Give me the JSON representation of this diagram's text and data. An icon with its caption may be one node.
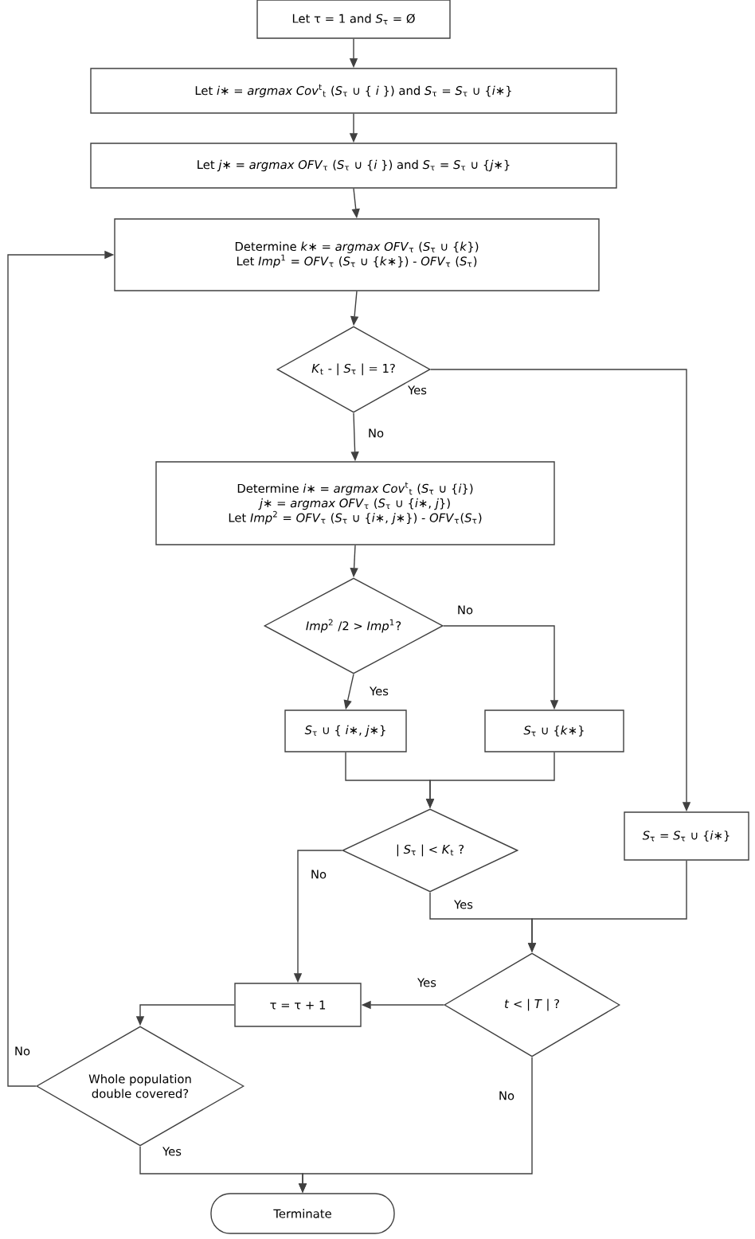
{
  "diagram": {
    "nodes": [
      {
        "text": [
          "Let τ = 1 and *S*$_{τ}$ = Ø"
        ]
      },
      {
        "text": [
          "Let *i*∗ = *argmax Cov*$^{t}$$_{t}$ (*S*$_{τ}$ ∪ { *i* }) and *S*$_{τ}$ = *S*$_{τ}$ ∪ {*i*∗}"
        ]
      },
      {
        "text": [
          "Let *j*∗ = *argmax OFV*$_{τ}$ (*S*$_{τ}$ ∪ {*i* }) and *S*$_{τ}$ = *S*$_{τ}$ ∪ {*j*∗}"
        ]
      },
      {
        "text": [
          "Determine *k*∗ = *argmax OFV*$_{τ}$ (*S*$_{τ}$ ∪ {*k*})",
          "Let *Imp*$^{1}$ = *OFV*$_{τ}$ (*S*$_{τ}$ ∪ {*k*∗}) - *OFV*$_{τ}$ (*S*$_{τ}$)"
        ]
      },
      {
        "text": [
          "*K*$_{t}$ - | *S*$_{τ}$ | = 1?"
        ]
      },
      {
        "text": [
          "Determine *i*∗ = *argmax Cov*$^{t}$$_{t}$ (*S*$_{τ}$ ∪ {*i*})",
          "*j*∗ = *argmax OFV*$_{τ}$ (*S*$_{τ}$ ∪ {*i*∗, *j*})",
          "Let *Imp*$^{2}$ = *OFV*$_{τ}$ (*S*$_{τ}$ ∪ {*i*∗, *j*∗}) - *OFV*$_{τ}$(*S*$_{τ}$)"
        ]
      },
      {
        "text": [
          "*Imp*$^{2}$ /2 > *Imp*$^{1}$?"
        ]
      },
      {
        "text": [
          "*S*$_{τ}$ ∪ { *i*∗, *j*∗}"
        ]
      },
      {
        "text": [
          "*S*$_{τ}$ ∪ {*k*∗}"
        ]
      },
      {
        "text": [
          "| *S*$_{τ}$ | < *K*$_{t}$ ?"
        ]
      },
      {
        "text": [
          "*S*$_{τ}$ = *S*$_{τ}$ ∪ {*i*∗}"
        ]
      },
      {
        "text": [
          "τ = τ + 1"
        ]
      },
      {
        "text": [
          "*t* < | *T* | ?"
        ]
      },
      {
        "text": [
          "Whole population double covered?"
        ]
      },
      {
        "text": [
          "Terminate"
        ]
      }
    ],
    "edges": [
      {
        "from": 0,
        "to": 1,
        "arrow": "to"
      },
      {
        "from": 1,
        "to": 2,
        "arrow": "to"
      },
      {
        "from": 2,
        "to": 3,
        "arrow": "to"
      },
      {
        "from": 3,
        "to": 4,
        "arrow": "to"
      },
      {
        "from": 4,
        "to": 5,
        "arrow": "to",
        "label": "No"
      },
      {
        "from": 4,
        "to": 10,
        "arrow": "to",
        "label": "Yes"
      },
      {
        "from": 5,
        "to": 6,
        "arrow": "to"
      },
      {
        "from": 6,
        "to": 7,
        "arrow": "to",
        "label": "Yes"
      },
      {
        "from": 6,
        "to": 8,
        "arrow": "to",
        "label": "No"
      },
      {
        "from": 7,
        "to": 9,
        "arrow": "to"
      },
      {
        "from": 8,
        "to": 9,
        "arrow": "to"
      },
      {
        "from": 9,
        "to": 11,
        "arrow": "to",
        "label": "No"
      },
      {
        "from": 9,
        "to": 12,
        "arrow": "to",
        "label": "Yes"
      },
      {
        "from": 10,
        "to": 12,
        "arrow": "to"
      },
      {
        "from": 12,
        "to": 11,
        "arrow": "to",
        "label": "Yes"
      },
      {
        "from": 11,
        "to": 13,
        "arrow": "to"
      },
      {
        "from": 13,
        "to": 3,
        "arrow": "to",
        "label": "No"
      },
      {
        "from": 13,
        "to": 14,
        "arrow": "to",
        "label": "Yes"
      },
      {
        "from": 12,
        "to": 14,
        "arrow": "to",
        "label": "No"
      }
    ]
  }
}
